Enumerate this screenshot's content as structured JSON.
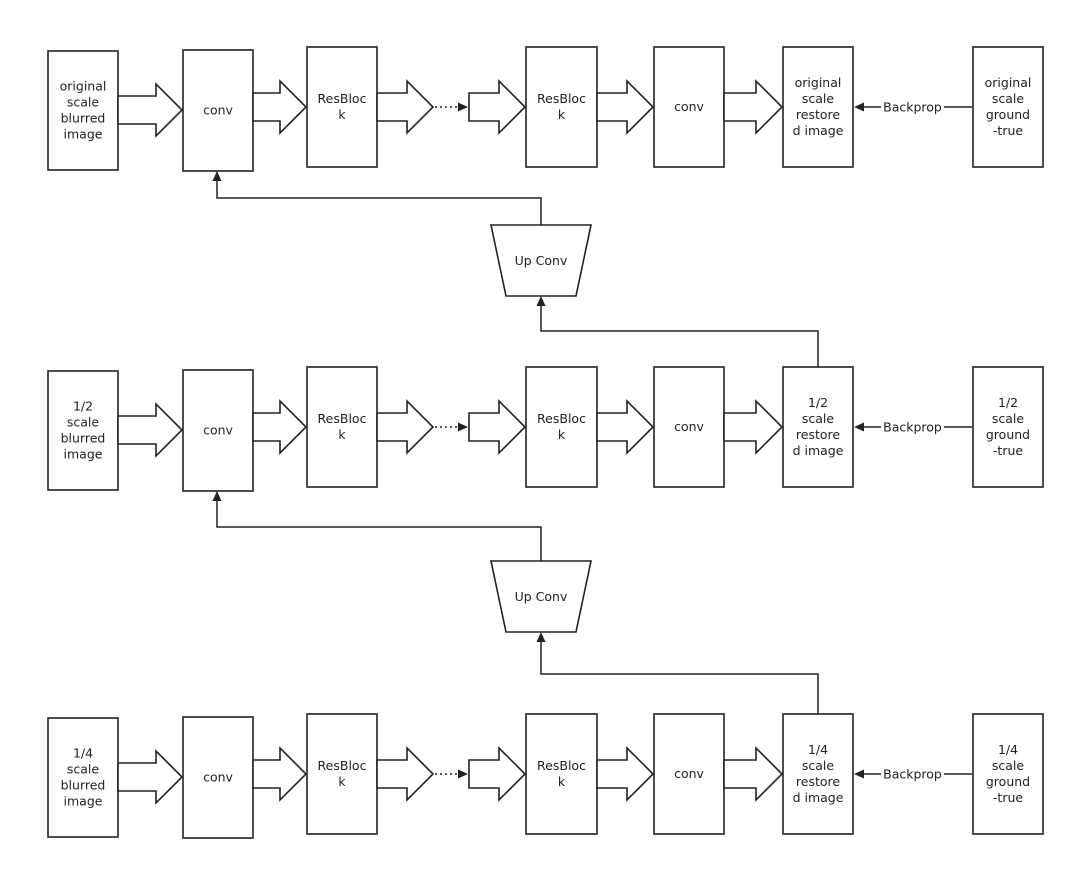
{
  "rows": [
    {
      "input": [
        "original",
        "scale",
        "blurred",
        "image"
      ],
      "conv_in": "conv",
      "resblock_a": [
        "ResBloc",
        "k"
      ],
      "resblock_b": [
        "ResBloc",
        "k"
      ],
      "conv_out": "conv",
      "output": [
        "original",
        "scale",
        "restore",
        "d image"
      ],
      "backprop": "Backprop",
      "ground_truth": [
        "original",
        "scale",
        "ground",
        "-true"
      ]
    },
    {
      "input": [
        "1/2",
        "scale",
        "blurred",
        "image"
      ],
      "conv_in": "conv",
      "resblock_a": [
        "ResBloc",
        "k"
      ],
      "resblock_b": [
        "ResBloc",
        "k"
      ],
      "conv_out": "conv",
      "output": [
        "1/2",
        "scale",
        "restore",
        "d image"
      ],
      "backprop": "Backprop",
      "ground_truth": [
        "1/2",
        "scale",
        "ground",
        "-true"
      ]
    },
    {
      "input": [
        "1/4",
        "scale",
        "blurred",
        "image"
      ],
      "conv_in": "conv",
      "resblock_a": [
        "ResBloc",
        "k"
      ],
      "resblock_b": [
        "ResBloc",
        "k"
      ],
      "conv_out": "conv",
      "output": [
        "1/4",
        "scale",
        "restore",
        "d image"
      ],
      "backprop": "Backprop",
      "ground_truth": [
        "1/4",
        "scale",
        "ground",
        "-true"
      ]
    }
  ],
  "up_convs": [
    {
      "label": "Up Conv"
    },
    {
      "label": "Up Conv"
    }
  ]
}
